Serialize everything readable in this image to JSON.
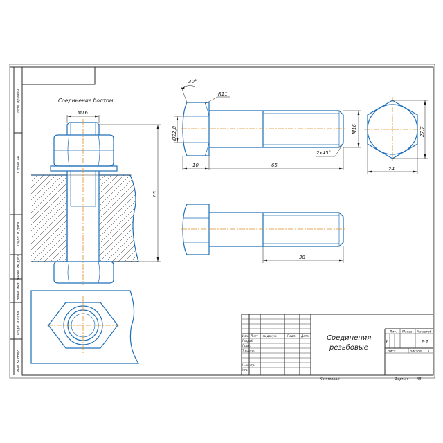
{
  "drawing": {
    "view_title": "Соединение болтом",
    "bolt_thread_label": "M16",
    "assembly_length_label": "65",
    "angle_label": "30°",
    "radius_label": "R11",
    "head_diameter_label": "Ø22,8",
    "head_height_label": "10",
    "shank_length_label": "65",
    "chamfer_label": "2х45°",
    "thread_label": "M16",
    "hex_across_corners_label": "27,7",
    "hex_across_flats_label": "24",
    "thread_length_label": "38"
  },
  "side_strip": {
    "labels": [
      "Перв. примен.",
      "Справ. №",
      "Подп. и дата",
      "Инв. № дубл.",
      "Взам. инв. №",
      "Подп. и дата",
      "Инв. № подл."
    ]
  },
  "title_block": {
    "title_line1": "Соединения",
    "title_line2": "резьбовые",
    "col_headers": [
      "Изм.",
      "Лист",
      "№ докум.",
      "Подп.",
      "Дата"
    ],
    "roles": [
      "Разраб.",
      "Пров.",
      "Т.контр.",
      "",
      "Н.контр.",
      "Утв."
    ],
    "lit_header": "Лит.",
    "mass_header": "Масса",
    "scale_header": "Масштаб",
    "lit_value": "У",
    "scale_value": "2:1",
    "sheet_label": "Лист",
    "sheets_label": "Листов",
    "sheets_value": "1",
    "copied_label": "Копировал",
    "format_label": "Формат",
    "format_value": "А3"
  }
}
